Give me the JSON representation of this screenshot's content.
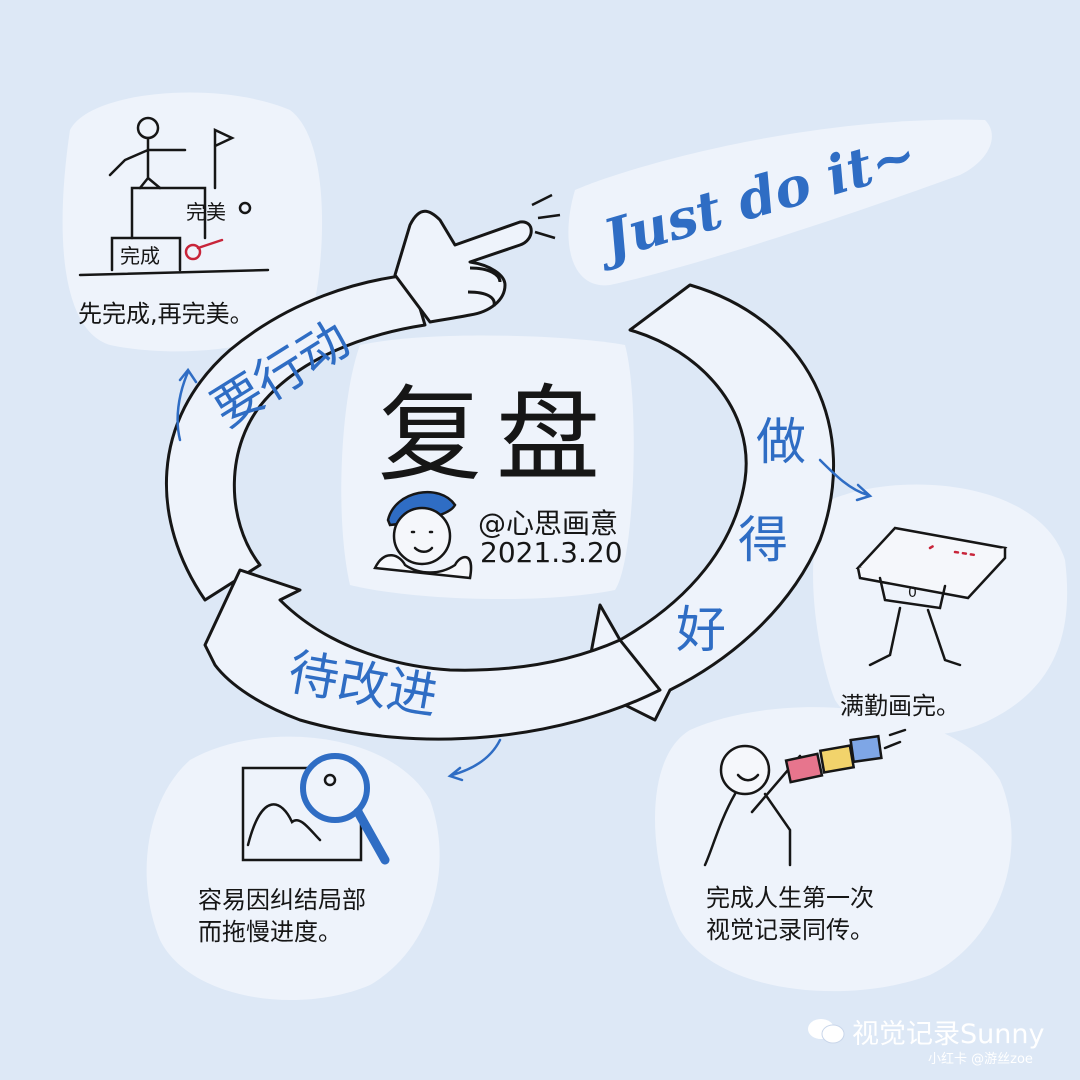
{
  "center": {
    "title": "复盘",
    "author": "@心思画意",
    "date": "2021.3.20"
  },
  "ring": {
    "action": "要行动",
    "do_well": [
      "做",
      "得",
      "好"
    ],
    "improve": "待改进"
  },
  "slogan": "Just do it~",
  "notes": {
    "top_left": {
      "caption": "先完成,再完美。",
      "step_high": "完美",
      "step_low": "完成"
    },
    "right": {
      "caption": "满勤画完。"
    },
    "bottom_left": {
      "line1": "容易因纠结局部",
      "line2": "而拖慢进度。"
    },
    "bottom_right": {
      "line1": "完成人生第一次",
      "line2": "视觉记录同传。"
    }
  },
  "watermark": {
    "brand": "视觉记录Sunny",
    "credit": "小红卡 @游丝zoe"
  },
  "colors": {
    "background": "#dde8f6",
    "accent_blue": "#2f6dc4",
    "ink": "#161616",
    "red": "#c8253a",
    "blob": "#eef3fb"
  }
}
